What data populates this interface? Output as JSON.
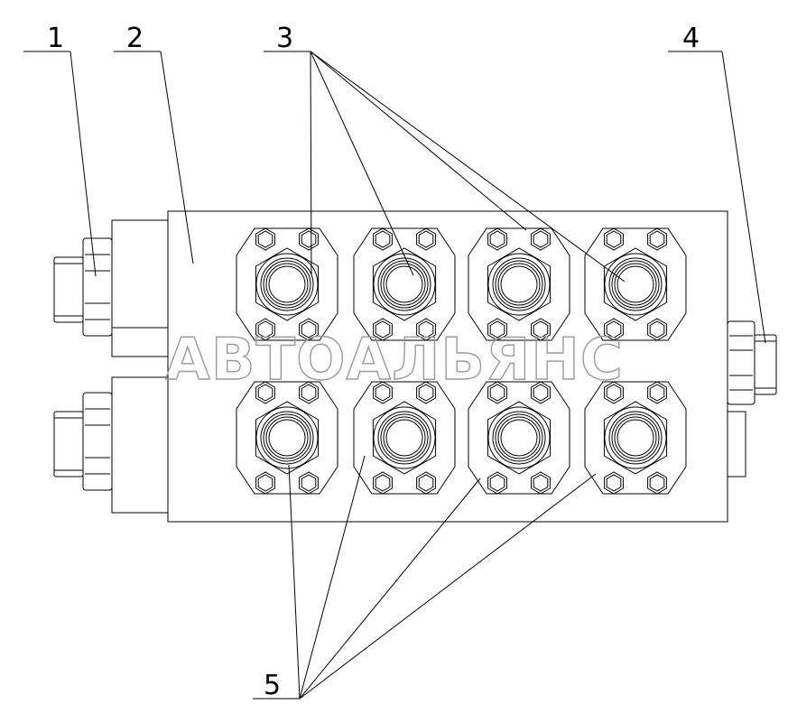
{
  "callouts": [
    "1",
    "2",
    "3",
    "4",
    "5"
  ],
  "watermark": "АВТОАЛЬЯНС"
}
